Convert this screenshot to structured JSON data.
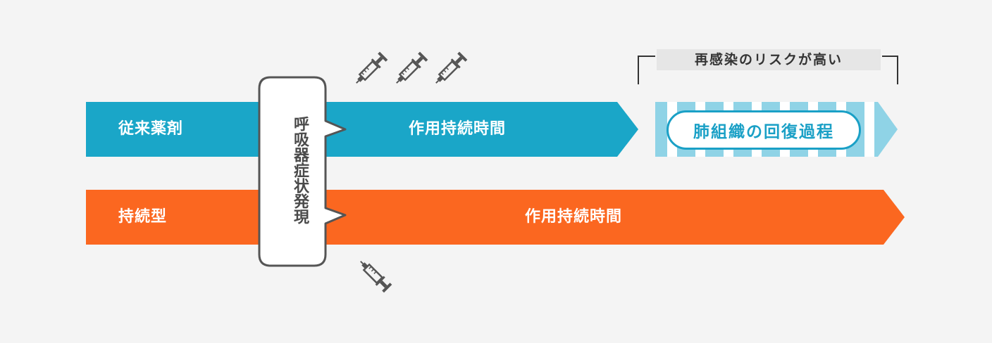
{
  "rows": {
    "conventional": {
      "label": "従来薬剤",
      "duration_label": "作用持続時間",
      "color": "#1aa6c8"
    },
    "long_acting": {
      "label": "持続型",
      "duration_label": "作用持続時間",
      "color": "#fb6720"
    }
  },
  "onset_bubble": {
    "text": "呼吸器症状発現",
    "border_color": "#555555"
  },
  "risk_bracket": {
    "label": "再感染のリスクが高い"
  },
  "recovery": {
    "label": "肺組織の回復過程",
    "stripe_color": "#8fd3e6"
  },
  "injection_counts": {
    "conventional": 3,
    "long_acting": 1
  },
  "syringe_color": "#555555"
}
